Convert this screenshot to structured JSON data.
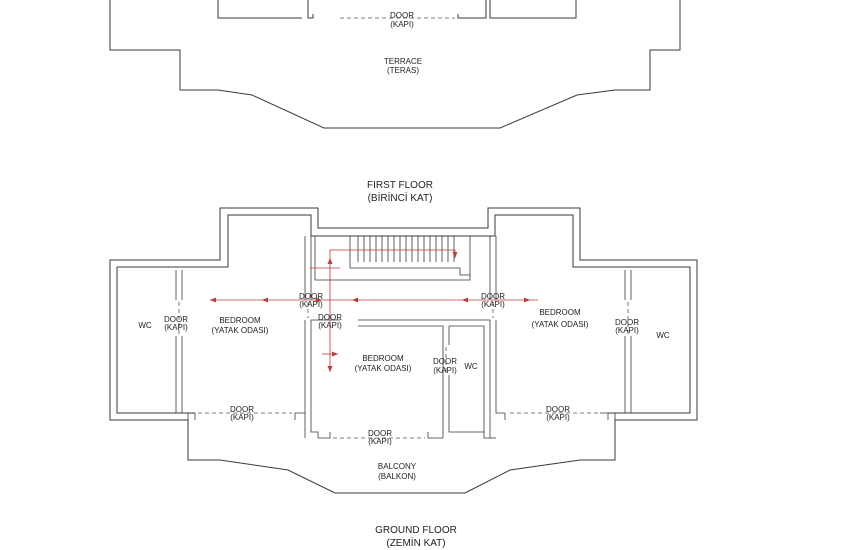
{
  "plan_labels": {
    "top_door": "DOOR",
    "top_door_tr": "(KAPI)",
    "terrace": "TERRACE",
    "terrace_tr": "(TERAS)",
    "first_floor": "FIRST FLOOR",
    "first_floor_tr": "(BİRİNCİ KAT)",
    "ground_floor": "GROUND FLOOR",
    "ground_floor_tr": "(ZEMİN KAT)",
    "wc_left": "WC",
    "wc_center": "WC",
    "wc_right": "WC",
    "door_left_wc": "DOOR",
    "door_left_wc_tr": "(KAPI)",
    "bedroom_left": "BEDROOM",
    "bedroom_left_tr": "(YATAK ODASI)",
    "door_hall_left": "DOOR",
    "door_hall_left_tr": "(KAPI)",
    "door_center_bedroom": "DOOR",
    "door_center_bedroom_tr": "(KAPI)",
    "door_hall_right": "DOOR",
    "door_hall_right_tr": "(KAPI)",
    "bedroom_right": "BEDROOM",
    "bedroom_right_tr": "(YATAK ODASI)",
    "door_right_wc": "DOOR",
    "door_right_wc_tr": "(KAPI)",
    "bedroom_center": "BEDROOM",
    "bedroom_center_tr": "(YATAK ODASI)",
    "door_center_wc": "DOOR",
    "door_center_wc_tr": "(KAPI)",
    "door_balcony_left": "DOOR",
    "door_balcony_left_tr": "(KAPI)",
    "door_balcony_center": "DOOR",
    "door_balcony_center_tr": "(KAPI)",
    "door_balcony_right": "DOOR",
    "door_balcony_right_tr": "(KAPI)",
    "balcony": "BALCONY",
    "balcony_tr": "(BALKON)"
  },
  "colors": {
    "wall": "#3a3a3a",
    "circulation_arrow": "#c23b3b",
    "background": "#ffffff"
  }
}
